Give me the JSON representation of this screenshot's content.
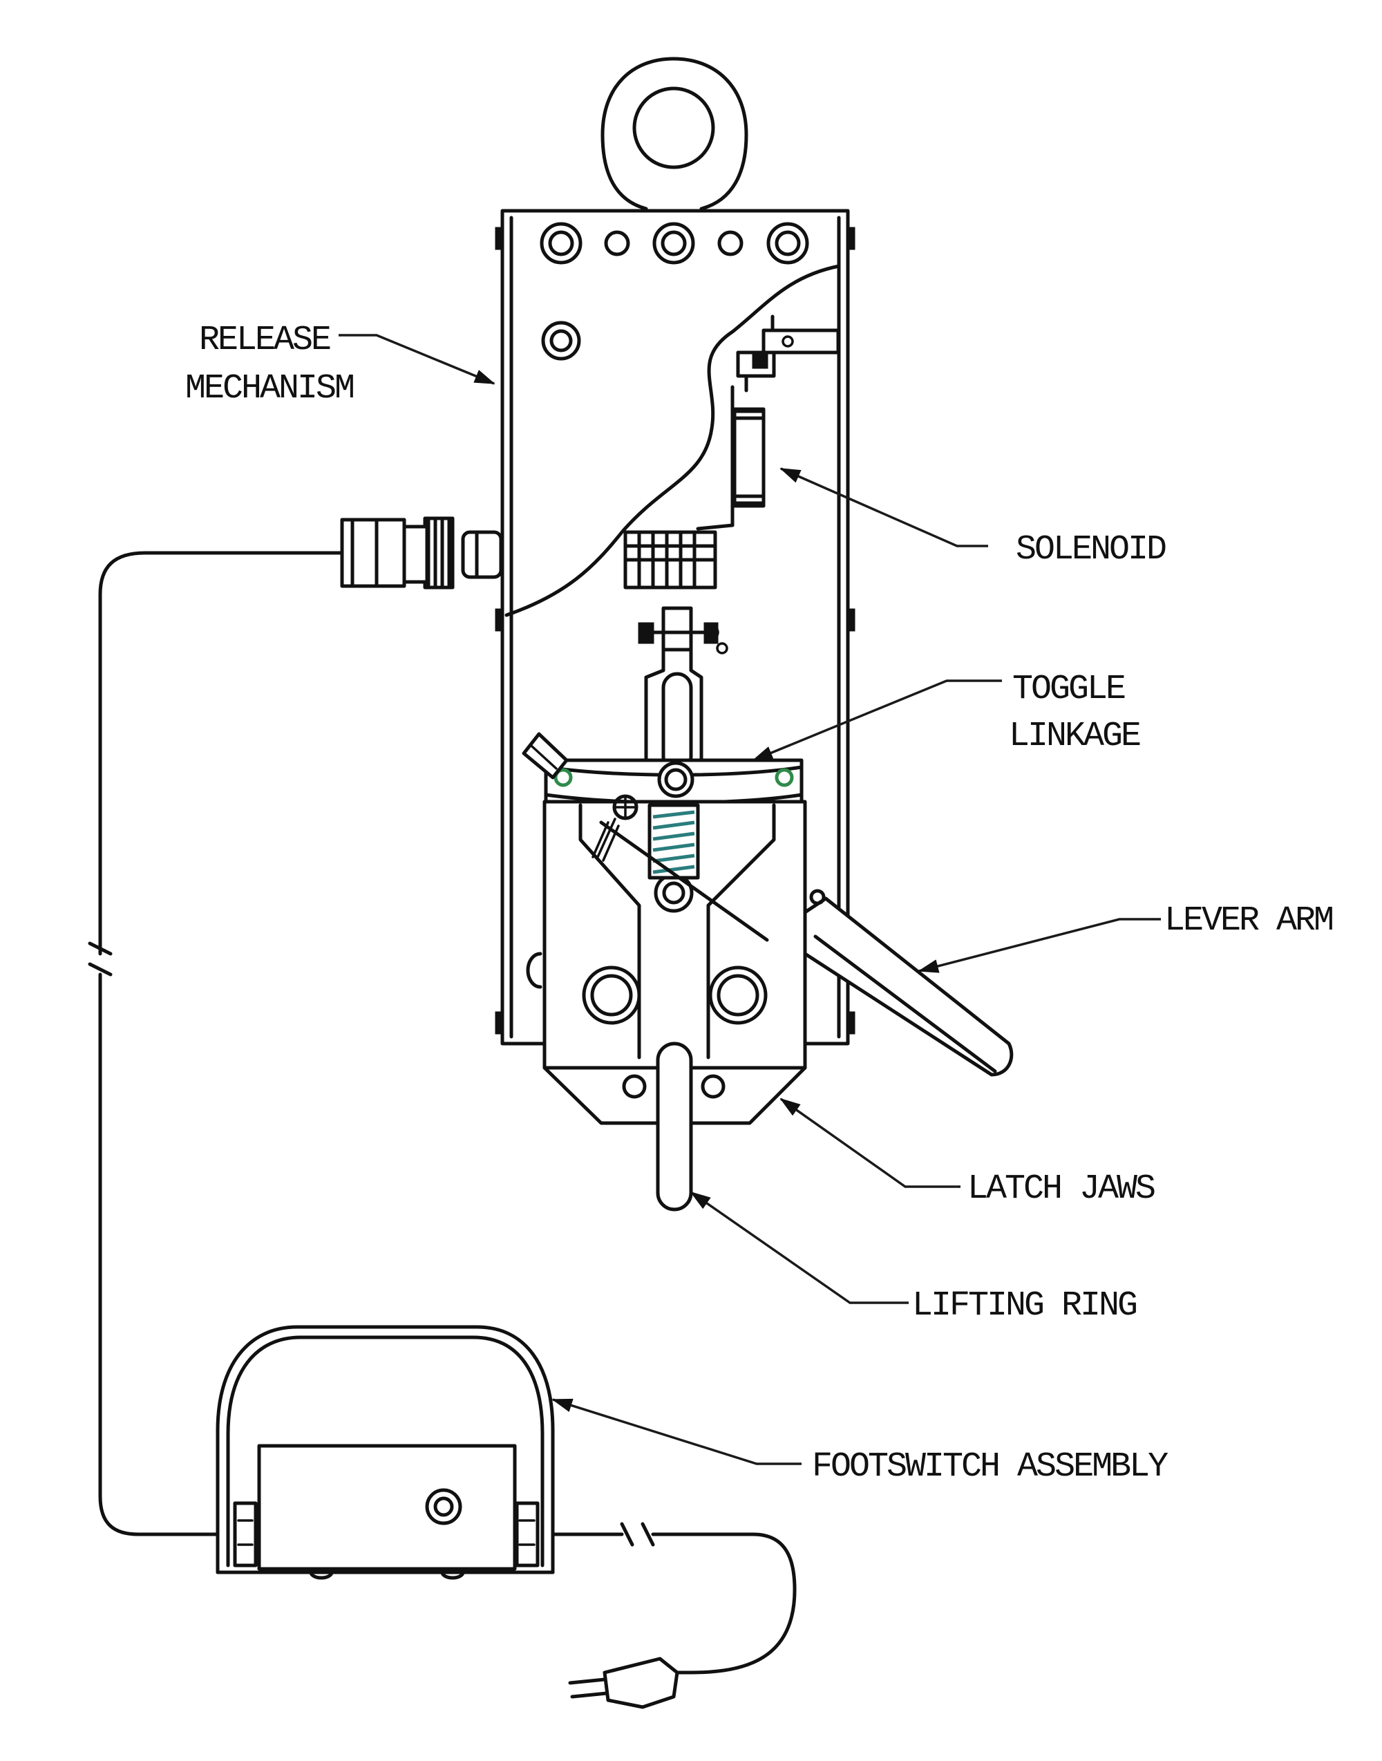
{
  "labels": {
    "release_mechanism": [
      "RELEASE",
      "MECHANISM"
    ],
    "solenoid": "SOLENOID",
    "toggle_linkage": [
      "TOGGLE",
      "LINKAGE"
    ],
    "lever_arm": "LEVER ARM",
    "latch_jaws": "LATCH JAWS",
    "lifting_ring": "LIFTING RING",
    "footswitch_assembly": "FOOTSWITCH ASSEMBLY"
  },
  "colors": {
    "line": "#111111",
    "background": "#ffffff",
    "spring_accent": "#2a7d7d",
    "pin_accent": "#2f8a4a"
  }
}
